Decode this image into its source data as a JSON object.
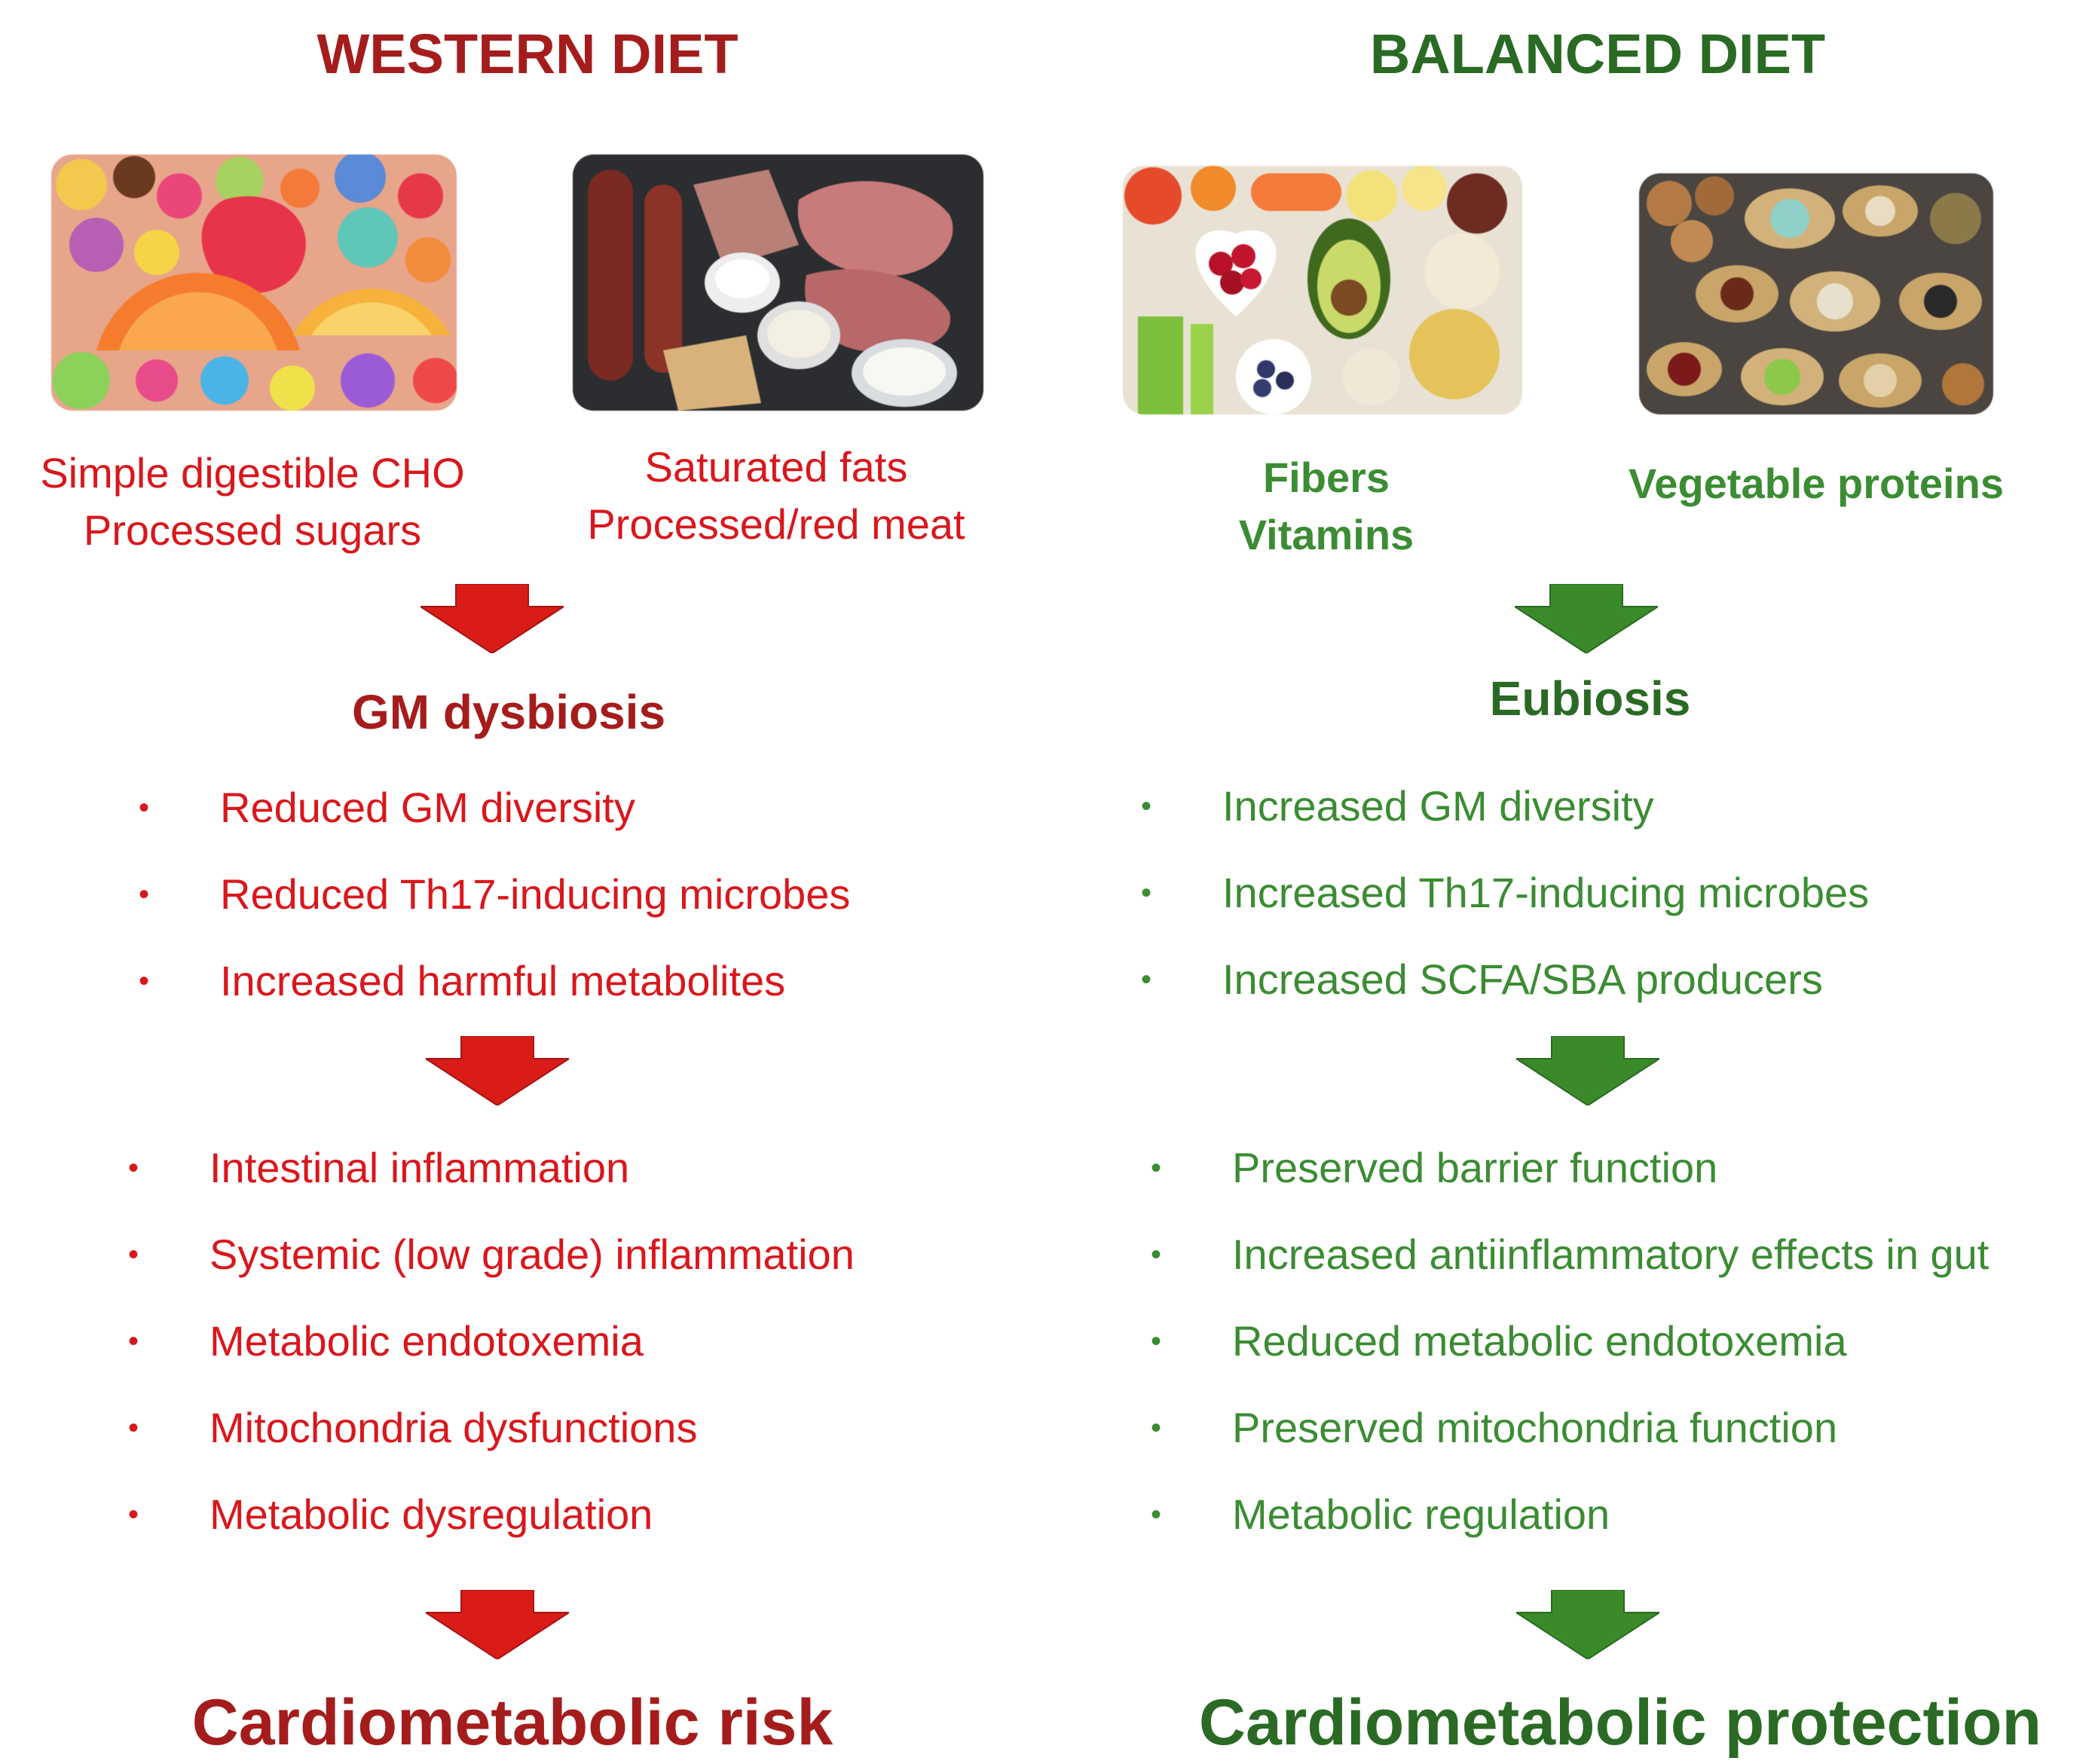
{
  "colors": {
    "western_dark": "#a51c1c",
    "western": "#d9171c",
    "balanced_dark": "#2a6a24",
    "balanced": "#3b8c33",
    "western_arrow": "#d91c17",
    "balanced_arrow": "#3b8a2a"
  },
  "western": {
    "title": "WESTERN DIET",
    "food1": {
      "line1": "Simple digestible CHO",
      "line2": "Processed sugars"
    },
    "food2": {
      "line1": "Saturated fats",
      "line2": "Processed/red meat"
    },
    "state": "GM dysbiosis",
    "microbiome_effects": [
      "Reduced GM diversity",
      "Reduced Th17-inducing microbes",
      "Increased harmful metabolites"
    ],
    "host_effects": [
      "Intestinal inflammation",
      "Systemic (low grade) inflammation",
      "Metabolic endotoxemia",
      "Mitochondria dysfunctions",
      "Metabolic dysregulation"
    ],
    "outcome": "Cardiometabolic risk"
  },
  "balanced": {
    "title": "BALANCED DIET",
    "food1": {
      "line1": "Fibers",
      "line2": "Vitamins"
    },
    "food2": {
      "line1": "Vegetable proteins"
    },
    "state": "Eubiosis",
    "microbiome_effects": [
      "Increased GM diversity",
      "Increased Th17-inducing microbes",
      "Increased SCFA/SBA producers"
    ],
    "host_effects": [
      "Preserved barrier function",
      "Increased antiinflammatory effects in gut",
      "Reduced metabolic endotoxemia",
      "Preserved mitochondria function",
      "Metabolic regulation"
    ],
    "outcome": "Cardiometabolic protection"
  },
  "bullet_symbol": "•",
  "images": {
    "w1": "candy-and-sweets-photo",
    "w2": "red-meat-and-dairy-photo",
    "b1": "fruits-and-vegetables-photo",
    "b2": "nuts-seeds-legumes-photo"
  }
}
